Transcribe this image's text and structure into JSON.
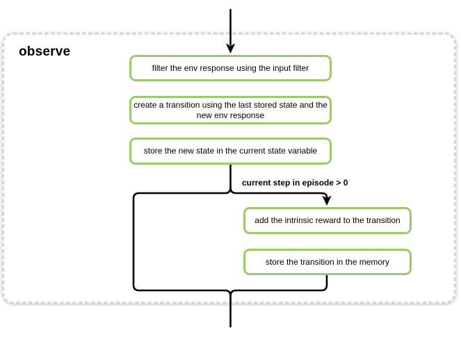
{
  "diagram": {
    "title": "observe",
    "nodes": [
      {
        "id": "filter-env-response",
        "label": "filter the env response using the input filter"
      },
      {
        "id": "create-transition",
        "label": "create a transition using the last stored state and the new env response"
      },
      {
        "id": "store-new-state",
        "label": "store the new state in the current state variable"
      },
      {
        "id": "add-intrinsic-reward",
        "label": "add the intrinsic reward to the transition"
      },
      {
        "id": "store-transition",
        "label": "store the transition in the memory"
      }
    ],
    "condition_label": "current step in episode > 0",
    "colors": {
      "node_border": "#9bcb6c",
      "connector": "#000000",
      "container_border": "#d8d8d8",
      "background": "#ffffff",
      "text": "#000000"
    }
  }
}
